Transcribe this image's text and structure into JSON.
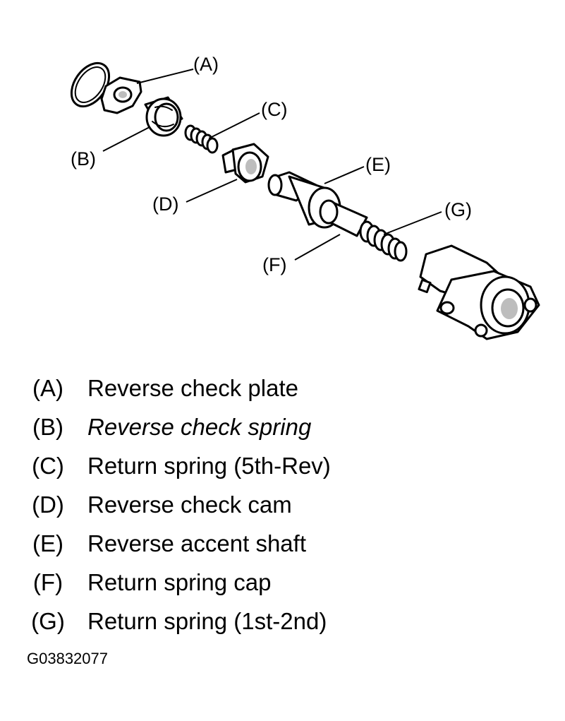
{
  "callouts": {
    "a": "(A)",
    "b": "(B)",
    "c": "(C)",
    "d": "(D)",
    "e": "(E)",
    "f": "(F)",
    "g": "(G)"
  },
  "legend": [
    {
      "key": "(A)",
      "text": "Reverse check plate"
    },
    {
      "key": "(B)",
      "text": "Reverse check spring"
    },
    {
      "key": "(C)",
      "text": "Return spring (5th-Rev)"
    },
    {
      "key": "(D)",
      "text": "Reverse check cam"
    },
    {
      "key": "(E)",
      "text": "Reverse accent shaft"
    },
    {
      "key": "(F)",
      "text": "Return spring cap"
    },
    {
      "key": "(G)",
      "text": "Return spring (1st-2nd)"
    }
  ],
  "figure_id": "G03832077"
}
